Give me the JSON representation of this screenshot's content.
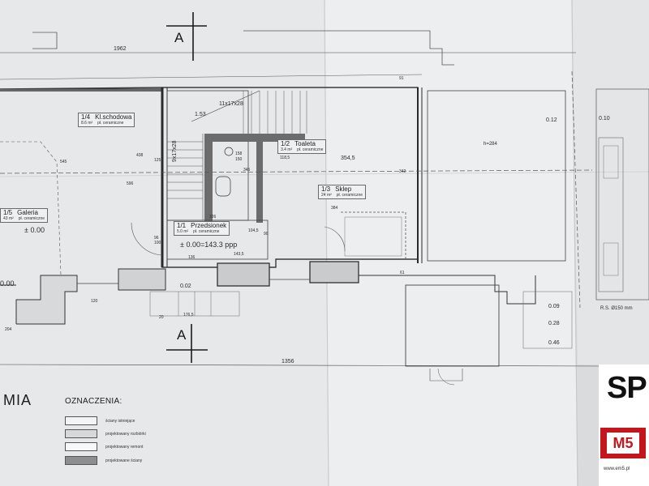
{
  "section_marks": {
    "top": "A",
    "bottom": "A"
  },
  "dimensions": {
    "top_span": "1962",
    "bottom_span": "1356",
    "stair_steps": "11x17x28",
    "stair_steps_side": "9x17x28",
    "shop_width": "354,5",
    "height_h": "h=284",
    "misc": [
      "1.53",
      "545",
      "438",
      "596",
      "125",
      "345",
      "342",
      "384",
      "326",
      "96",
      "100",
      "90",
      "150",
      "136",
      "143,5",
      "104,5",
      "118,5",
      "158",
      "91",
      "20",
      "204",
      "176,5",
      "120",
      "61",
      "0.12",
      "0.10",
      "0.09",
      "0.28",
      "0.46",
      "0.02",
      "R.S. Ø150 mm"
    ]
  },
  "rooms": {
    "stairwell": {
      "number": "1/4",
      "name": "Kl.schodowa",
      "area": "8.6 m²",
      "finish": "pł. ceramiczne"
    },
    "toilet": {
      "number": "1/2",
      "name": "Toaleta",
      "area": "3.4 m²",
      "finish": "pł. ceramiczne"
    },
    "shop": {
      "number": "1/3",
      "name": "Sklep",
      "area": "24 m²",
      "finish": "pł. ceramiczne"
    },
    "gallery": {
      "number": "1/5",
      "name": "Galeria",
      "area": "43 m²",
      "finish": "pł. ceramiczne"
    },
    "vestibule": {
      "number": "1/1",
      "name": "Przedsionek",
      "area": "5.0 m²",
      "finish": "pł. ceramiczne"
    }
  },
  "levels": {
    "entrance": "± 0.00=143.3 ppp",
    "gallery": "± 0.00",
    "left": "0.00"
  },
  "partial_title": "MIA",
  "legend": {
    "title": "OZNACZENIA:",
    "items": [
      {
        "label": "ściany istniejące",
        "color": "#f4f4f4"
      },
      {
        "label": "projektowany rozbiórki",
        "color": "#d8d8d8"
      },
      {
        "label": "projektowany remont",
        "color": "#f8f8f8"
      },
      {
        "label": "projektowane ściany",
        "color": "#8e8e8e"
      }
    ]
  },
  "logo": {
    "text": "SP",
    "badge": "M5",
    "url": "www.em5.pl"
  }
}
